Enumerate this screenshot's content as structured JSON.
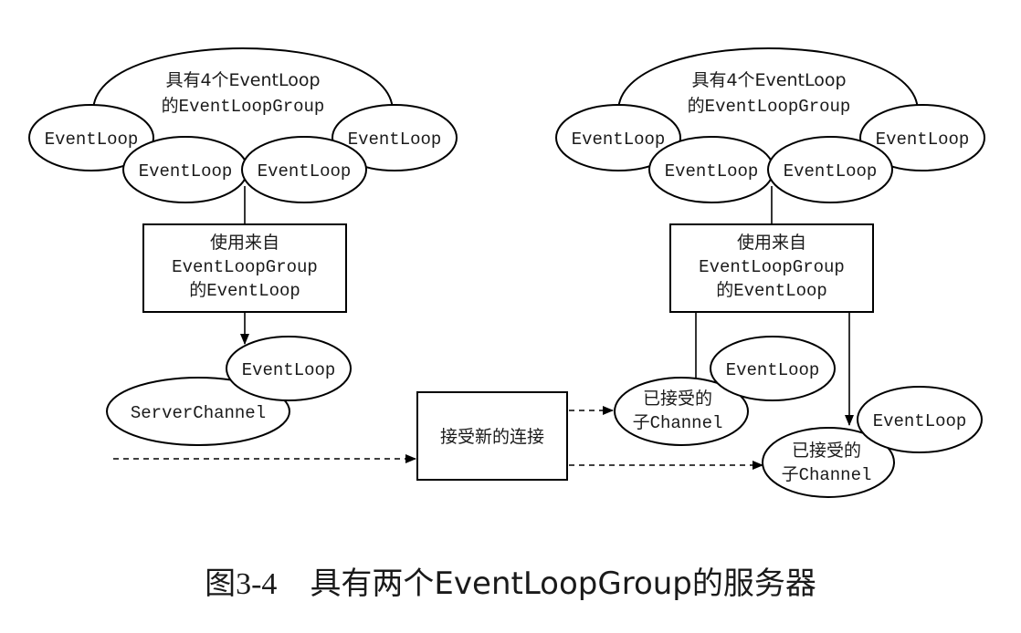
{
  "groups": [
    {
      "group_label": [
        "具有4个EventLoop",
        "的EventLoopGroup"
      ],
      "loops": [
        "EventLoop",
        "EventLoop",
        "EventLoop",
        "EventLoop"
      ],
      "box_label": [
        "使用来自",
        "EventLoopGroup",
        "的EventLoop"
      ]
    },
    {
      "group_label": [
        "具有4个EventLoop",
        "的EventLoopGroup"
      ],
      "loops": [
        "EventLoop",
        "EventLoop",
        "EventLoop",
        "EventLoop"
      ],
      "box_label": [
        "使用来自",
        "EventLoopGroup",
        "的EventLoop"
      ]
    }
  ],
  "server": {
    "eventloop": "EventLoop",
    "channel": "ServerChannel"
  },
  "accept_box": "接受新的连接",
  "children": [
    {
      "eventloop": "EventLoop",
      "label": [
        "已接受的",
        "子Channel"
      ]
    },
    {
      "eventloop": "EventLoop",
      "label": [
        "已接受的",
        "子Channel"
      ]
    }
  ],
  "caption": {
    "figure": "图3-4",
    "title": "具有两个EventLoopGroup的服务器"
  }
}
